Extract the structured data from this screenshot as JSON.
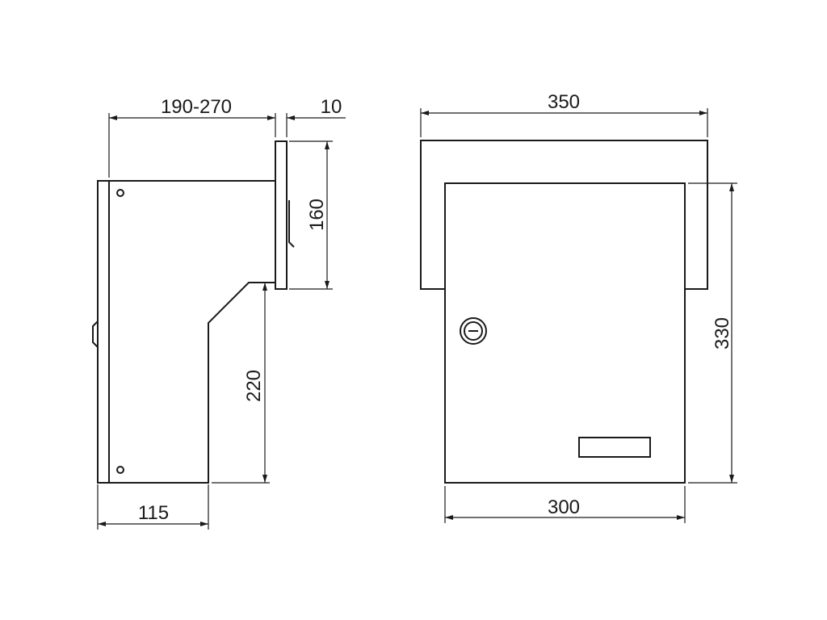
{
  "dimensions": {
    "side_total_depth": "190-270",
    "back_plate_thickness": "10",
    "back_plate_height": "160",
    "lower_height": "220",
    "bottom_depth": "115",
    "canopy_width": "350",
    "body_height": "330",
    "body_width": "300"
  }
}
